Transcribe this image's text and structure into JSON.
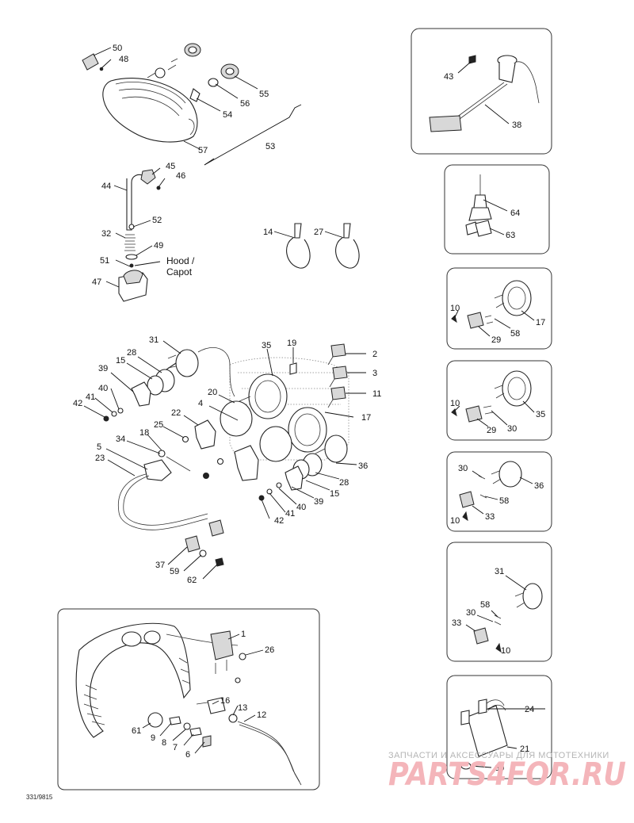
{
  "callouts": {
    "c50": "50",
    "c48": "48",
    "c55": "55",
    "c56": "56",
    "c54": "54",
    "c57": "57",
    "c53": "53",
    "c45": "45",
    "c46": "46",
    "c44": "44",
    "c52": "52",
    "c32": "32",
    "c49": "49",
    "c51": "51",
    "c47": "47",
    "c14": "14",
    "c27": "27",
    "c31": "31",
    "c35": "35",
    "c19": "19",
    "c2": "2",
    "c28": "28",
    "c15": "15",
    "c3": "3",
    "c39": "39",
    "c11": "11",
    "c40": "40",
    "c41": "41",
    "c42": "42",
    "c20": "20",
    "c4": "4",
    "c17": "17",
    "c22": "22",
    "c25": "25",
    "c18": "18",
    "c34": "34",
    "c5": "5",
    "c23": "23",
    "c36": "36",
    "c28b": "28",
    "c15b": "15",
    "c39b": "39",
    "c40b": "40",
    "c41b": "41",
    "c42b": "42",
    "c37": "37",
    "c59": "59",
    "c62": "62",
    "c1": "1",
    "c26": "26",
    "c16": "16",
    "c13": "13",
    "c12": "12",
    "c61": "61",
    "c9": "9",
    "c8": "8",
    "c7": "7",
    "c6": "6",
    "p43": "43",
    "p38": "38",
    "p64": "64",
    "p63": "63",
    "p10a": "10",
    "p29a": "29",
    "p58a": "58",
    "p17": "17",
    "p10b": "10",
    "p29b": "29",
    "p30b": "30",
    "p35": "35",
    "p30c": "30",
    "p36": "36",
    "p58c": "58",
    "p10c": "10",
    "p33c": "33",
    "p31": "31",
    "p58d": "58",
    "p30d": "30",
    "p33d": "33",
    "p10d": "10",
    "p24": "24",
    "p21": "21",
    "p60": "60"
  },
  "hood_label_line1": "Hood /",
  "hood_label_line2": "Capot",
  "drawing_code": "331/9815",
  "watermark": {
    "tagline": "ЗАПЧАСТИ И АКСЕССУАРЫ ДЛЯ МОТОТЕХНИКИ",
    "logo": "PARTS4FOR.RU"
  }
}
